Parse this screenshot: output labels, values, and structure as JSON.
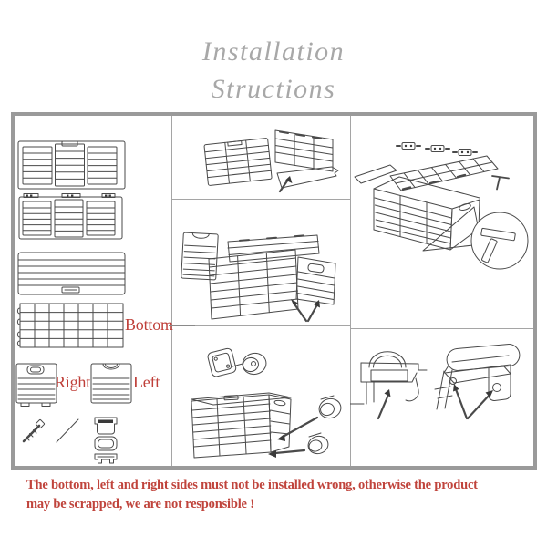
{
  "title": {
    "line1": "Installation",
    "line2": "Structions"
  },
  "labels": {
    "bottom": "Bottom",
    "right": "Right",
    "left": "Left"
  },
  "warning": {
    "line1": "The bottom, left and right sides must not be installed wrong, otherwise the product",
    "line2": "may be scrapped, we are not responsible !"
  },
  "colors": {
    "accent_red": "#bf3f39",
    "warning_red": "#c0443c",
    "frame_gray": "#9a9a9a",
    "divider_gray": "#a5a5a5",
    "title_gray": "#a8a8a8",
    "drawing_line": "#4a4a4a"
  }
}
